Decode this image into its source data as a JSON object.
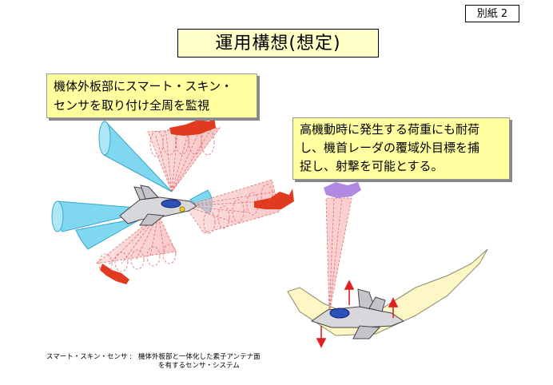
{
  "badge": "別紙 2",
  "title": "運用構想(想定)",
  "callout_left": {
    "line1": "機体外板部にスマート・スキン・",
    "line2": "センサを取り付け全周を監視"
  },
  "callout_right": {
    "line1": "高機動時に発生する荷重にも耐荷",
    "line2": "し、機首レーダの覆域外目標を捕",
    "line3": "捉し、射撃を可能とする。"
  },
  "footnote": {
    "term": "スマート・スキン・センサ",
    "separator": ":",
    "definition_line1": "機体外板部と一体化した素子アンテナ面",
    "definition_line2": "を有するセンサ・システム"
  },
  "colors": {
    "cone_blue": "#7fd8f0",
    "beam_pink": "#f4a8a8",
    "target_red": "#e03a20",
    "target_purple": "#b08ae0",
    "maneuver_yellow": "#fcf7c4",
    "callout_yellow": "#ffffa0"
  }
}
